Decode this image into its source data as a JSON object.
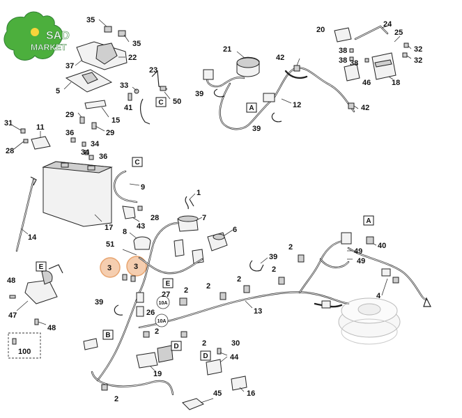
{
  "logo": {
    "line1": "SAD",
    "line2": "MARKET",
    "color_green": "#4caf3d",
    "color_dark": "#2e7d32",
    "icon": "leaf-logo-icon"
  },
  "highlight_color": "#f4c9a8",
  "part_labels": {
    "p35a": "35",
    "p35b": "35",
    "p22": "22",
    "p37": "37",
    "p5": "5",
    "p23": "23",
    "p33": "33",
    "p41": "41",
    "p50": "50",
    "p15": "15",
    "p29a": "29",
    "p29b": "29",
    "p31": "31",
    "p11": "11",
    "p28a": "28",
    "p36a": "36",
    "p34a": "34",
    "p34b": "34",
    "p36b": "36",
    "p9": "9",
    "p14": "14",
    "p17": "17",
    "p28b": "28",
    "p43": "43",
    "p1": "1",
    "p7": "7",
    "p8": "8",
    "p6": "6",
    "p51": "51",
    "p3a": "3",
    "p3b": "3",
    "p48a": "48",
    "p47": "47",
    "p48b": "48",
    "p100": "100",
    "p39a": "39",
    "p27": "27",
    "p26": "26",
    "p2a": "2",
    "p2b": "2",
    "p2c": "2",
    "p2d": "2",
    "p2e": "2",
    "p2f": "2",
    "p2g": "2",
    "p2h": "2",
    "p13": "13",
    "p30": "30",
    "p44": "44",
    "p19": "19",
    "p16": "16",
    "p45": "45",
    "p21": "21",
    "p42a": "42",
    "p42b": "42",
    "p39b": "39",
    "p39c": "39",
    "p12": "12",
    "p20": "20",
    "p24": "24",
    "p25": "25",
    "p38a": "38",
    "p38b": "38",
    "p38c": "38",
    "p32a": "32",
    "p32b": "32",
    "p46": "46",
    "p18": "18",
    "p40": "40",
    "p49a": "49",
    "p49b": "49",
    "p4": "4",
    "p39d": "39"
  },
  "ref_boxes": {
    "a1": "A",
    "a2": "A",
    "b1": "B",
    "c1": "C",
    "c2": "C",
    "d1": "D",
    "d2": "D",
    "e1": "E",
    "e2": "E"
  },
  "fuses": {
    "f27": "10A",
    "f26": "10A"
  }
}
